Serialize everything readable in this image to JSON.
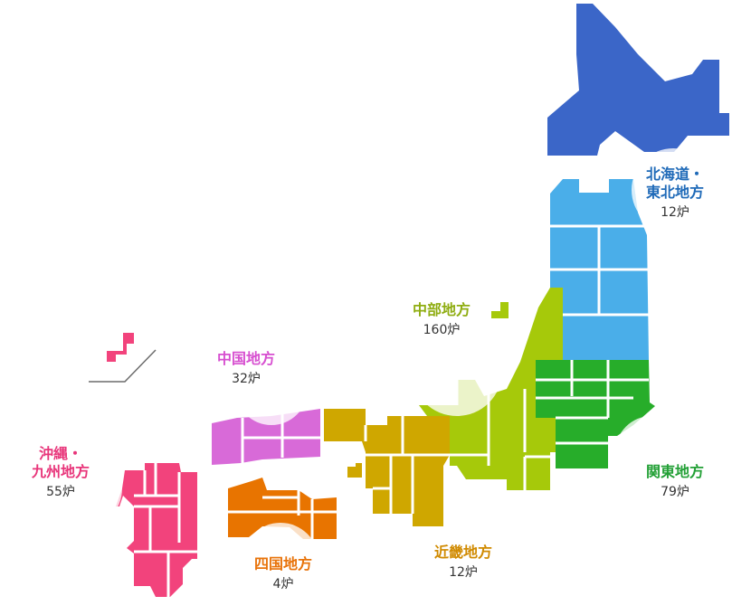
{
  "regions": [
    {
      "id": "hokkaido-tohoku",
      "name_lines": [
        "北海道・",
        "東北地方"
      ],
      "count": "12炉",
      "color": "#2f6fc5"
    },
    {
      "id": "kanto",
      "name_lines": [
        "関東地方"
      ],
      "count": "79炉",
      "color": "#23a036"
    },
    {
      "id": "chubu",
      "name_lines": [
        "中部地方"
      ],
      "count": "160炉",
      "color": "#8fad12"
    },
    {
      "id": "kinki",
      "name_lines": [
        "近畿地方"
      ],
      "count": "12炉",
      "color": "#d08a00"
    },
    {
      "id": "chugoku",
      "name_lines": [
        "中国地方"
      ],
      "count": "32炉",
      "color": "#d74fd0"
    },
    {
      "id": "shikoku",
      "name_lines": [
        "四国地方"
      ],
      "count": "4炉",
      "color": "#e8730a"
    },
    {
      "id": "okinawa-kyushu",
      "name_lines": [
        "沖縄・",
        "九州地方"
      ],
      "count": "55炉",
      "color": "#e8357a"
    }
  ],
  "fills": {
    "hokkaido": "#3b66c8",
    "tohoku": "#4aaee9",
    "kanto": "#27ad2a",
    "chubu": "#a6c90a",
    "kinki": "#cfa700",
    "chugoku": "#d86ad8",
    "shikoku": "#e87400",
    "kyushu": "#f2437c",
    "divider": "#ffffff",
    "inset_line": "#6b6b6b"
  }
}
